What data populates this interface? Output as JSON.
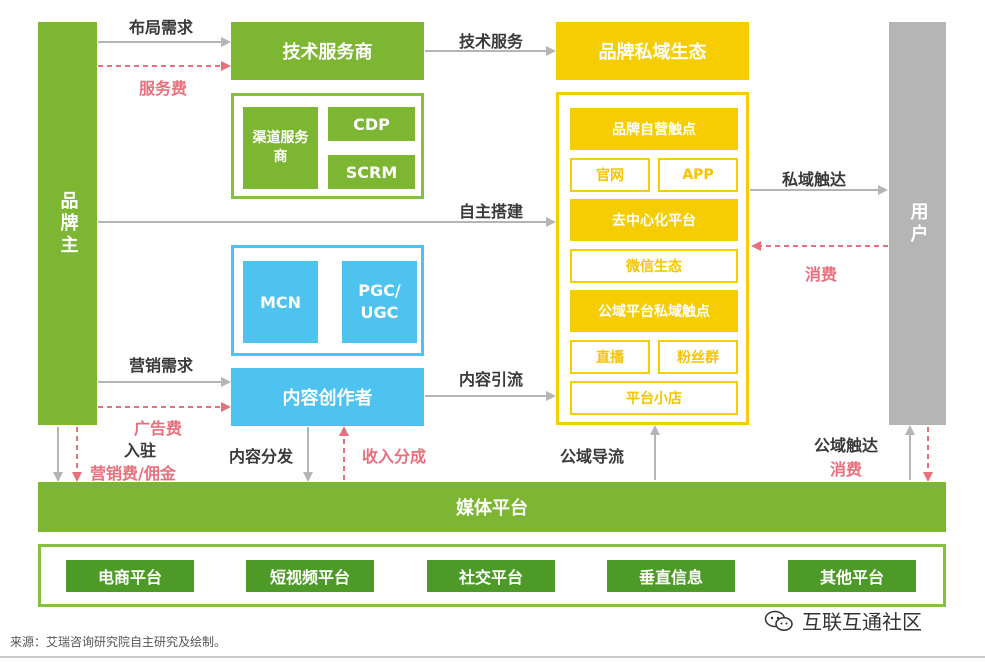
{
  "brand": {
    "label": "品牌主"
  },
  "user": {
    "label": "用户"
  },
  "tech": {
    "title": "技术服务商",
    "channel": "渠道服务商",
    "cdp": "CDP",
    "scrm": "SCRM"
  },
  "creator": {
    "mcn": "MCN",
    "pgc": "PGC/\nUGC",
    "title": "内容创作者"
  },
  "private": {
    "title": "品牌私域生态",
    "self_touch": "品牌自营触点",
    "website": "官网",
    "app": "APP",
    "decentral": "去中心化平台",
    "wechat": "微信生态",
    "public_touch": "公域平台私域触点",
    "live": "直播",
    "fans": "粉丝群",
    "shop": "平台小店"
  },
  "media": {
    "title": "媒体平台",
    "items": [
      "电商平台",
      "短视频平台",
      "社交平台",
      "垂直信息",
      "其他平台"
    ]
  },
  "labels": {
    "layout_demand": "布局需求",
    "service_fee": "服务费",
    "tech_service": "技术服务",
    "self_build": "自主搭建",
    "private_reach": "私域触达",
    "consume_1": "消费",
    "marketing_demand": "营销需求",
    "ad_fee": "广告费",
    "content_traffic": "内容引流",
    "settle_in": "入驻",
    "marketing_fee": "营销费/佣金",
    "content_distribution": "内容分发",
    "revenue_share": "收入分成",
    "public_traffic": "公域导流",
    "public_reach": "公域触达",
    "consume_2": "消费"
  },
  "footer": {
    "source": "来源：艾瑞咨询研究院自主研究及绘制。",
    "watermark": "互联互通社区"
  },
  "colors": {
    "green": "#7cb632",
    "dark_green": "#4e9a28",
    "yellow": "#f6cd00",
    "blue": "#4ec3f0",
    "gray": "#b5b5b5",
    "pink": "#e8707d"
  }
}
